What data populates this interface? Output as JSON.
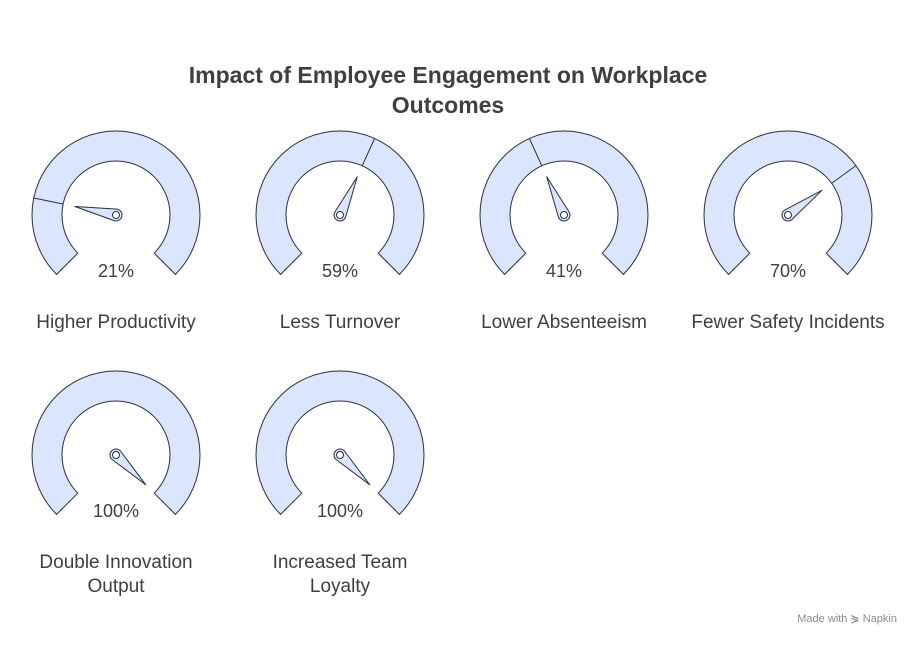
{
  "title_lines": [
    "Impact of Employee Engagement on Workplace",
    "Outcomes"
  ],
  "chart_data": {
    "type": "gauge",
    "gauges": [
      {
        "value": 21,
        "value_label": "21%",
        "label_lines": [
          "Higher Productivity"
        ]
      },
      {
        "value": 59,
        "value_label": "59%",
        "label_lines": [
          "Less Turnover"
        ]
      },
      {
        "value": 41,
        "value_label": "41%",
        "label_lines": [
          "Lower Absenteeism"
        ]
      },
      {
        "value": 70,
        "value_label": "70%",
        "label_lines": [
          "Fewer Safety Incidents"
        ]
      },
      {
        "value": 100,
        "value_label": "100%",
        "label_lines": [
          "Double Innovation",
          "Output"
        ]
      },
      {
        "value": 100,
        "value_label": "100%",
        "label_lines": [
          "Increased Team",
          "Loyalty"
        ]
      }
    ],
    "range": [
      0,
      100
    ]
  },
  "colors": {
    "gauge_fill": "#dbe6fd",
    "gauge_stroke": "#2a2f3a",
    "text": "#3f3f3f"
  },
  "watermark": {
    "prefix": "Made with",
    "brand": "Napkin"
  }
}
